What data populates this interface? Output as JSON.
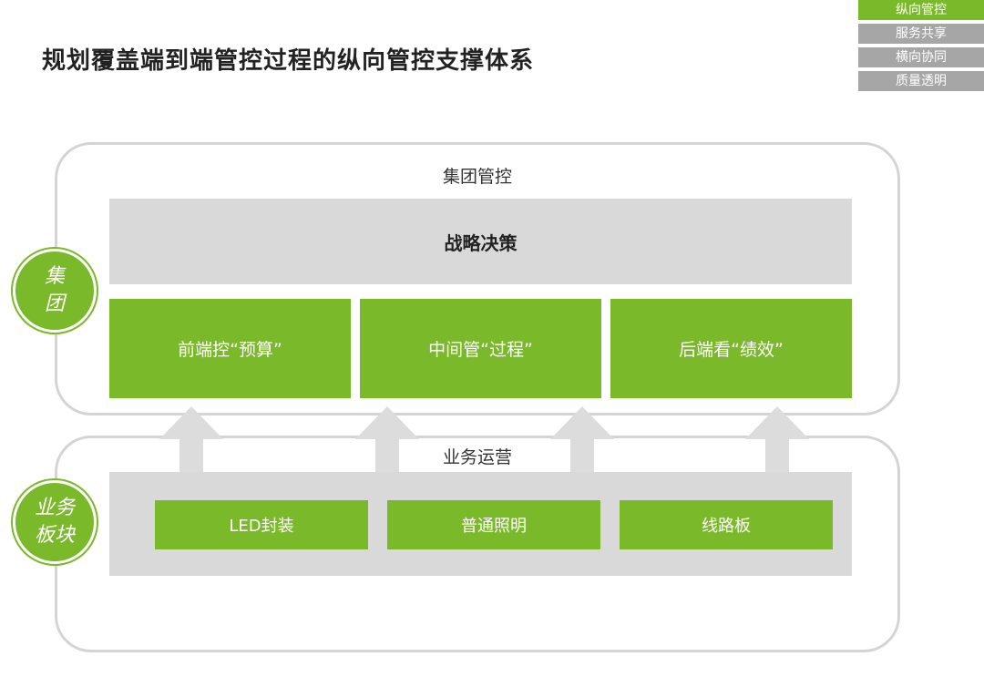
{
  "title": "规划覆盖端到端管控过程的纵向管控支撑体系",
  "nav": {
    "tabs": [
      {
        "label": "纵向管控",
        "active": true
      },
      {
        "label": "服务共享",
        "active": false
      },
      {
        "label": "横向协同",
        "active": false
      },
      {
        "label": "质量透明",
        "active": false
      }
    ]
  },
  "group": {
    "frame_label": "集团管控",
    "side_label_line1": "集",
    "side_label_line2": "团",
    "strategy": "战略决策",
    "boxes": [
      "前端控“预算”",
      "中间管“过程”",
      "后端看“绩效”"
    ]
  },
  "business": {
    "frame_label": "业务运营",
    "side_label_line1": "业务",
    "side_label_line2": "板块",
    "boxes": [
      "LED封装",
      "普通照明",
      "线路板"
    ]
  },
  "colors": {
    "accent": "#7ab929",
    "gray_band": "#d9d9d9",
    "frame": "#d4d4d4",
    "arrow": "#dcdcdc",
    "nav_inactive": "#a6a6a6"
  }
}
